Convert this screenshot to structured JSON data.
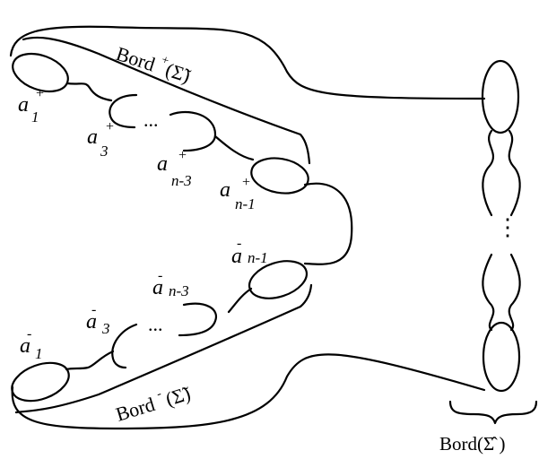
{
  "labels": {
    "bord_plus": {
      "base": "Bord",
      "sup": "+",
      "arg": "(Σ̃)"
    },
    "bord_minus": {
      "base": "Bord",
      "sup": "-",
      "arg": "(Σ̃)"
    },
    "bord_hat": "Bord(Σ̂ )",
    "a_plus_1": {
      "base": "a",
      "sup": "+",
      "sub": "1"
    },
    "a_plus_3": {
      "base": "a",
      "sup": "+",
      "sub": "3"
    },
    "a_plus_n3": {
      "base": "a",
      "sup": "+",
      "sub": "n-3"
    },
    "a_plus_n1": {
      "base": "a",
      "sup": "+",
      "sub": "n-1"
    },
    "a_minus_1": {
      "base": "a",
      "sup": "-",
      "sub": "1"
    },
    "a_minus_3": {
      "base": "a",
      "sup": "-",
      "sub": "3"
    },
    "a_minus_n3": {
      "base": "a",
      "sup": "-",
      "sub": "n-3"
    },
    "a_minus_n1": {
      "base": "a",
      "sup": "-",
      "sub": "n-1"
    },
    "ellipsis_top": "...",
    "ellipsis_bottom": "...",
    "ellipsis_vertical": "⋮"
  }
}
